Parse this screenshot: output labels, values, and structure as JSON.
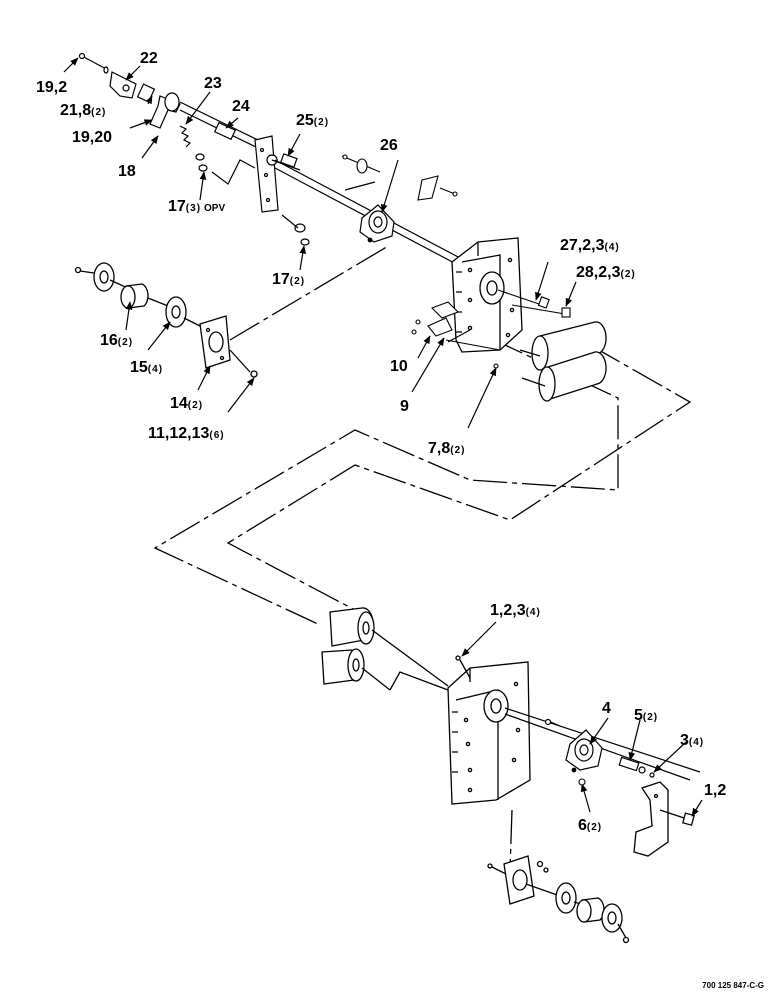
{
  "callouts": [
    {
      "id": "c-19-2-top",
      "number": "19,2",
      "qty": ""
    },
    {
      "id": "c-22",
      "number": "22",
      "qty": ""
    },
    {
      "id": "c-21-8",
      "number": "21,8",
      "qty": "(2)"
    },
    {
      "id": "c-23",
      "number": "23",
      "qty": ""
    },
    {
      "id": "c-24",
      "number": "24",
      "qty": ""
    },
    {
      "id": "c-25",
      "number": "25",
      "qty": "(2)"
    },
    {
      "id": "c-19-20",
      "number": "19,20",
      "qty": ""
    },
    {
      "id": "c-18",
      "number": "18",
      "qty": ""
    },
    {
      "id": "c-17-opv",
      "number": "17",
      "qty": "(3)",
      "suffix": "OPV"
    },
    {
      "id": "c-26",
      "number": "26",
      "qty": ""
    },
    {
      "id": "c-17b",
      "number": "17",
      "qty": "(2)"
    },
    {
      "id": "c-27",
      "number": "27,2,3",
      "qty": "(4)"
    },
    {
      "id": "c-28",
      "number": "28,2,3",
      "qty": "(2)"
    },
    {
      "id": "c-16",
      "number": "16",
      "qty": "(2)"
    },
    {
      "id": "c-15",
      "number": "15",
      "qty": "(4)"
    },
    {
      "id": "c-14",
      "number": "14",
      "qty": "(2)"
    },
    {
      "id": "c-11",
      "number": "11,12,13",
      "qty": "(6)"
    },
    {
      "id": "c-10",
      "number": "10",
      "qty": ""
    },
    {
      "id": "c-9",
      "number": "9",
      "qty": ""
    },
    {
      "id": "c-7-8",
      "number": "7,8",
      "qty": "(2)"
    },
    {
      "id": "c-1-2-3",
      "number": "1,2,3",
      "qty": "(4)"
    },
    {
      "id": "c-4",
      "number": "4",
      "qty": ""
    },
    {
      "id": "c-5",
      "number": "5",
      "qty": "(2)"
    },
    {
      "id": "c-3",
      "number": "3",
      "qty": "(4)"
    },
    {
      "id": "c-1-2",
      "number": "1,2",
      "qty": ""
    },
    {
      "id": "c-6",
      "number": "6",
      "qty": "(2)"
    }
  ],
  "figure_reference": "700 125 847-C-G"
}
